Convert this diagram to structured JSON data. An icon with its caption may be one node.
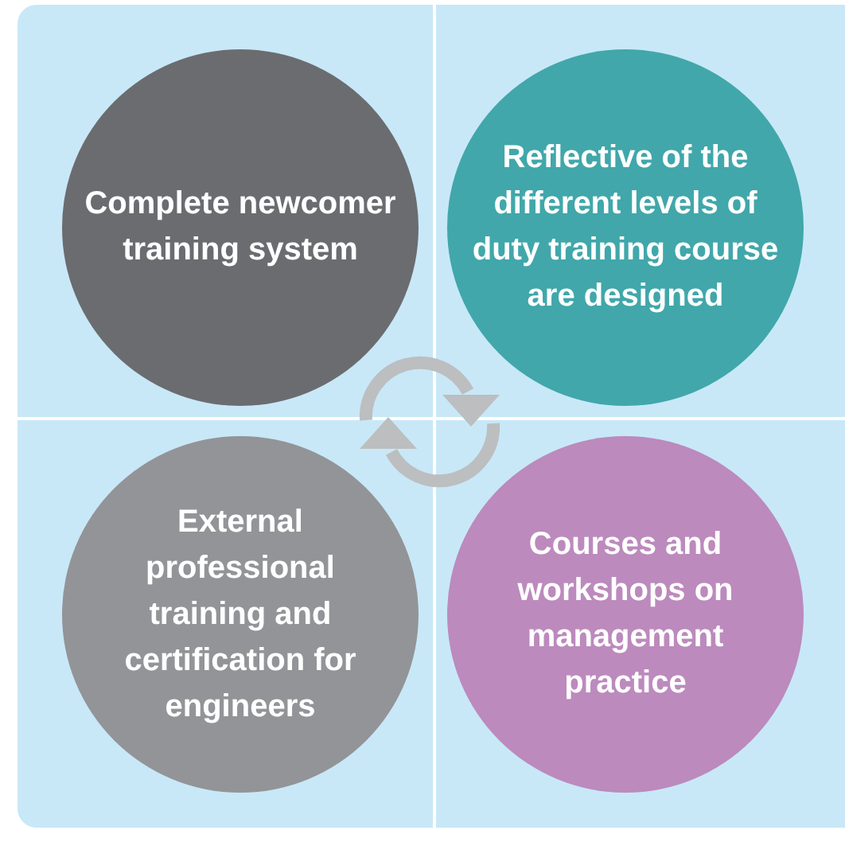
{
  "diagram": {
    "nodes": [
      {
        "text": [
          "Complete newcomer training system"
        ]
      },
      {
        "text": [
          "Reflective of the different levels of duty training course are designed"
        ]
      },
      {
        "text": [
          "External professional training and certification for engineers"
        ]
      },
      {
        "text": [
          "Courses and workshops on management practice"
        ]
      }
    ]
  }
}
